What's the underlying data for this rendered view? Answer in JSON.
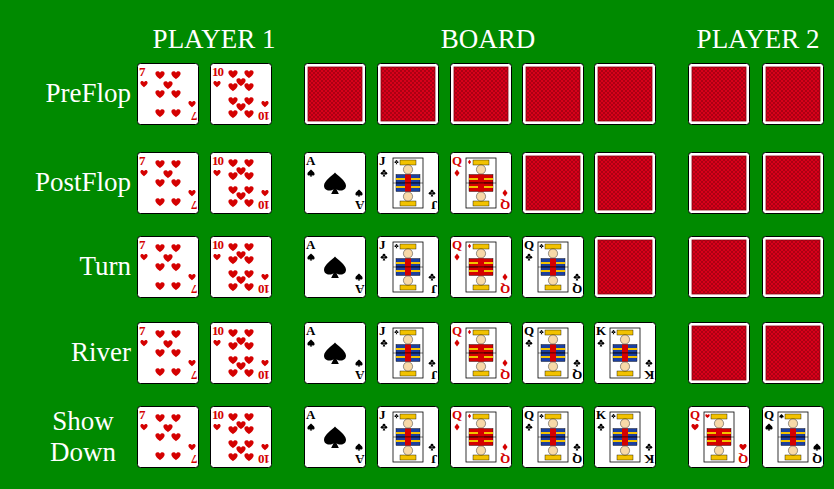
{
  "diagram": {
    "nodes": [
      {
        "text": [
          "7",
          "7"
        ]
      },
      {
        "text": [
          "10",
          "10"
        ]
      },
      {
        "text": [
          "7",
          "7"
        ]
      },
      {
        "text": [
          "10",
          "10"
        ]
      },
      {
        "text": [
          "A",
          "A"
        ]
      },
      {
        "text": [
          "J",
          "J"
        ]
      },
      {
        "text": [
          "Q",
          "Q"
        ]
      },
      {
        "text": [
          "7",
          "7"
        ]
      },
      {
        "text": [
          "10",
          "10"
        ]
      },
      {
        "text": [
          "A",
          "A"
        ]
      },
      {
        "text": [
          "J",
          "J"
        ]
      },
      {
        "text": [
          "Q",
          "Q"
        ]
      },
      {
        "text": [
          "Q",
          "Q"
        ]
      },
      {
        "text": [
          "7",
          "7"
        ]
      },
      {
        "text": [
          "10",
          "10"
        ]
      },
      {
        "text": [
          "A",
          "A"
        ]
      },
      {
        "text": [
          "J",
          "J"
        ]
      },
      {
        "text": [
          "Q",
          "Q"
        ]
      },
      {
        "text": [
          "Q",
          "Q"
        ]
      },
      {
        "text": [
          "K",
          "K"
        ]
      },
      {
        "text": [
          "7",
          "7"
        ]
      },
      {
        "text": [
          "10",
          "10"
        ]
      },
      {
        "text": [
          "A",
          "A"
        ]
      },
      {
        "text": [
          "J",
          "J"
        ]
      },
      {
        "text": [
          "Q",
          "Q"
        ]
      },
      {
        "text": [
          "Q",
          "Q"
        ]
      },
      {
        "text": [
          "K",
          "K"
        ]
      },
      {
        "text": [
          "Q",
          "Q"
        ]
      },
      {
        "text": [
          "Q",
          "Q"
        ]
      }
    ],
    "labels": [
      "PLAYER 1",
      "BOARD",
      "PLAYER 2",
      "PreFlop",
      "PostFlop",
      "Turn",
      "River",
      "Show Down"
    ]
  }
}
